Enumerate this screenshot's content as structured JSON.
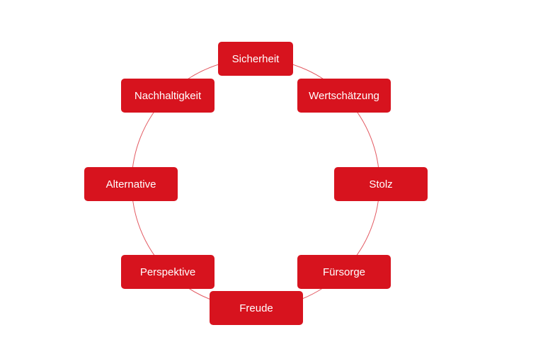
{
  "diagram": {
    "nodes": [
      {
        "label": "Sicherheit"
      },
      {
        "label": "Wertschätzung"
      },
      {
        "label": "Stolz"
      },
      {
        "label": "Fürsorge"
      },
      {
        "label": "Freude"
      },
      {
        "label": "Perspektive"
      },
      {
        "label": "Alternative"
      },
      {
        "label": "Nachhaltigkeit"
      }
    ]
  },
  "colors": {
    "node_fill": "#d7131e",
    "ring_stroke": "#e35a62",
    "text": "#ffffff"
  }
}
